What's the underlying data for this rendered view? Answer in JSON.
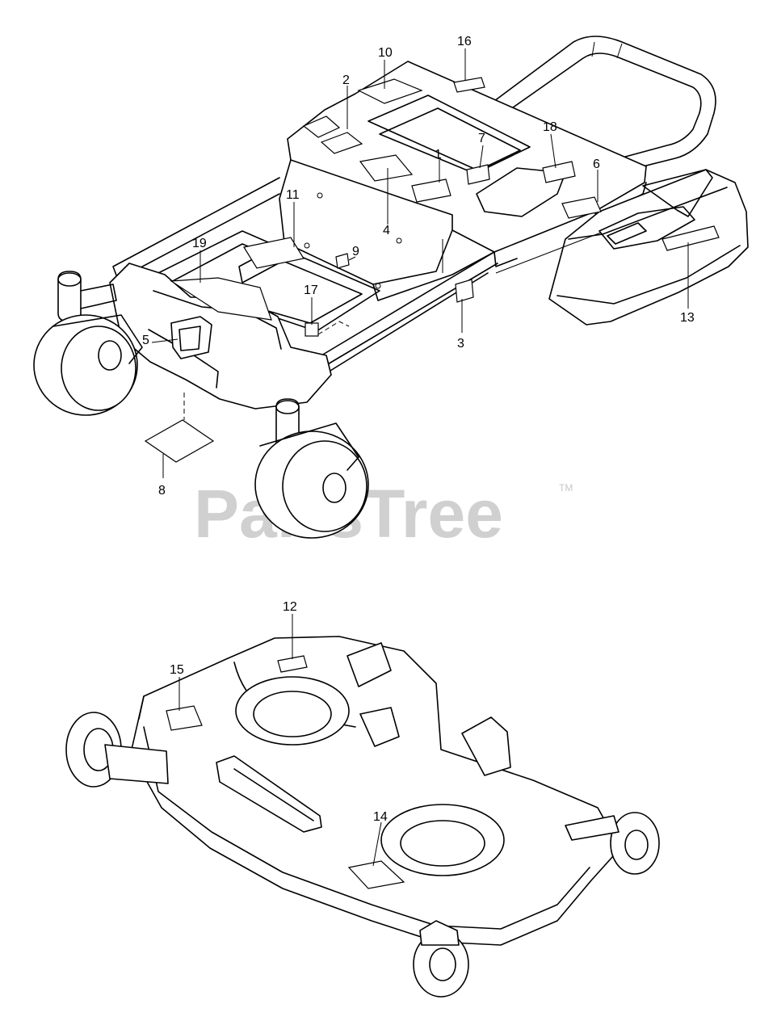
{
  "watermark": {
    "text": "PartsTree",
    "trademark": "TM"
  },
  "colors": {
    "line": "#000000",
    "background": "#ffffff",
    "watermark": "#d0d0d0"
  },
  "callouts": {
    "c1": "1",
    "c2": "2",
    "c3": "3",
    "c4": "4",
    "c5": "5",
    "c6": "6",
    "c7": "7",
    "c8": "8",
    "c9": "9",
    "c10": "10",
    "c11": "11",
    "c12": "12",
    "c13": "13",
    "c14": "14",
    "c15": "15",
    "c16": "16",
    "c17": "17",
    "c18": "18",
    "c19": "19"
  }
}
